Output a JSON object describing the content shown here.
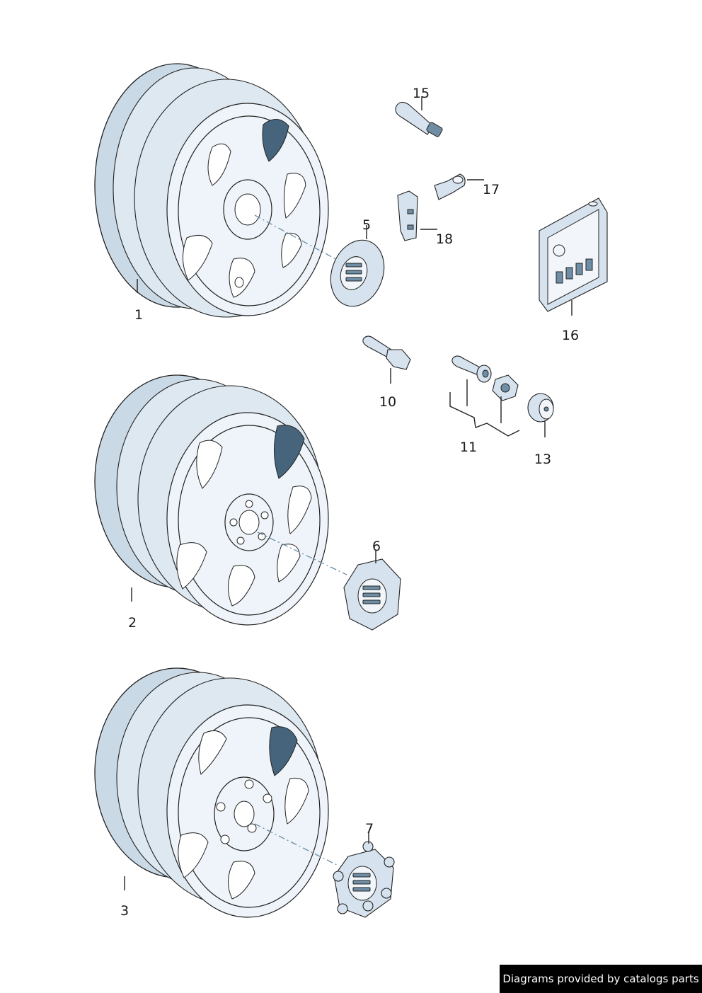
{
  "callouts": [
    {
      "id": "1",
      "text": "1"
    },
    {
      "id": "2",
      "text": "2"
    },
    {
      "id": "3",
      "text": "3"
    },
    {
      "id": "5",
      "text": "5"
    },
    {
      "id": "6",
      "text": "6"
    },
    {
      "id": "7",
      "text": "7"
    },
    {
      "id": "10",
      "text": "10"
    },
    {
      "id": "11",
      "text": "11"
    },
    {
      "id": "13",
      "text": "13"
    },
    {
      "id": "15",
      "text": "15"
    },
    {
      "id": "16",
      "text": "16"
    },
    {
      "id": "17",
      "text": "17"
    },
    {
      "id": "18",
      "text": "18"
    }
  ],
  "footer": {
    "credit": "Diagrams provided by catalogs parts"
  },
  "colors": {
    "steel_blue": "#46647c",
    "rim_tint": "#c9d9e6",
    "face_tint": "#eef4f9",
    "dash_line": "#6a8eaa"
  }
}
